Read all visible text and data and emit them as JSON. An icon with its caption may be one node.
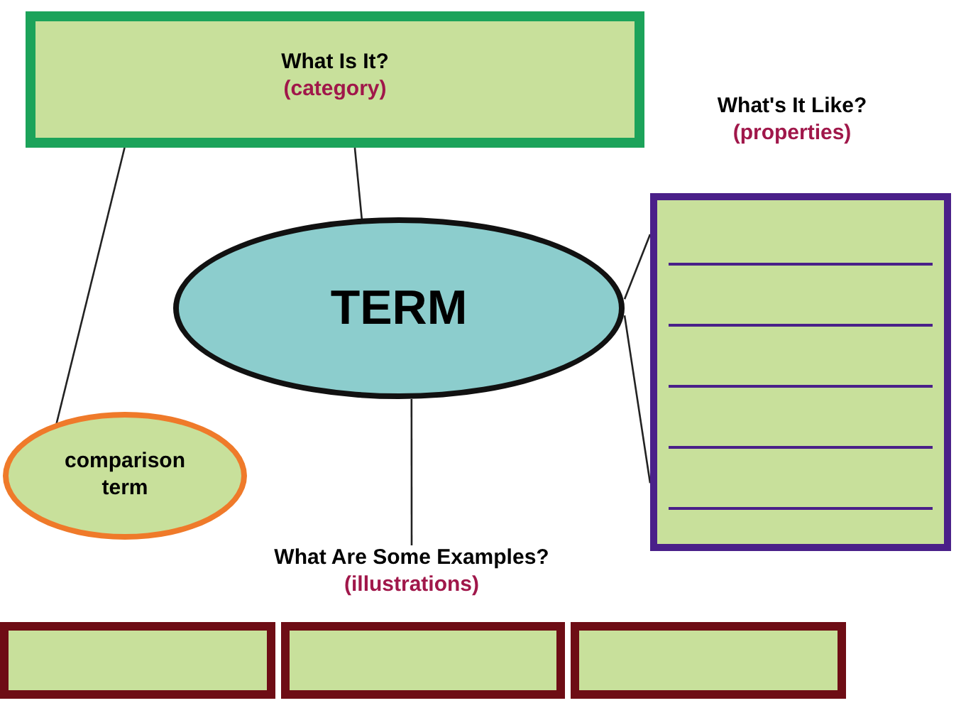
{
  "diagram": {
    "nodes": [
      {
        "text": [
          "What Is It?",
          "(category)"
        ]
      },
      {
        "text": [
          "TERM"
        ]
      },
      {
        "text": [
          "What's It Like?",
          "(properties)"
        ]
      },
      {
        "text": [
          "comparison term"
        ]
      },
      {
        "text": [
          "What Are Some Examples?",
          "(illustrations)"
        ]
      },
      {
        "text": [],
        "shape": "box"
      },
      {
        "text": [],
        "shape": "box"
      },
      {
        "text": [],
        "shape": "box"
      }
    ],
    "edges": [
      {
        "from": 0,
        "to": 1,
        "arrow": "none"
      },
      {
        "from": 0,
        "to": 3,
        "arrow": "none"
      },
      {
        "from": 1,
        "to": 2,
        "arrow": "none"
      },
      {
        "from": 1,
        "to": 2,
        "arrow": "none"
      },
      {
        "from": 1,
        "to": 4,
        "arrow": "none"
      }
    ]
  }
}
